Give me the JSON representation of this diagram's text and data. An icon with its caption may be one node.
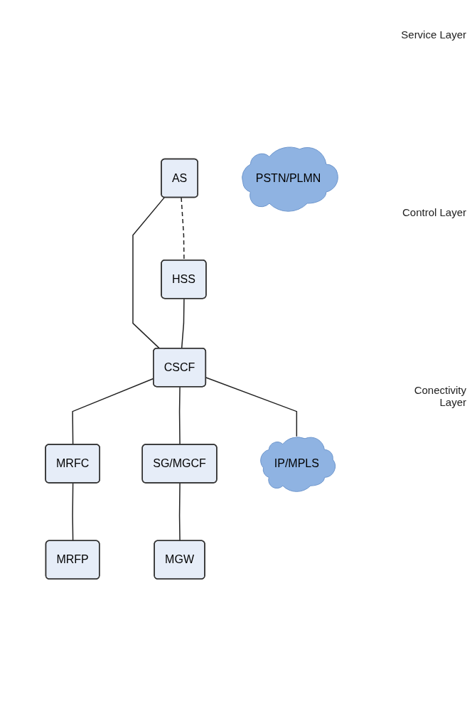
{
  "diagram": {
    "nodes": [
      {
        "text": [
          "AS"
        ]
      },
      {
        "text": [
          "HSS"
        ]
      },
      {
        "text": [
          "CSCF"
        ]
      },
      {
        "text": [
          "MRFC"
        ]
      },
      {
        "text": [
          "SG/MGCF"
        ]
      },
      {
        "text": [
          "MRFP"
        ]
      },
      {
        "text": [
          "MGW"
        ]
      },
      {
        "text": [
          "IP/MPLS"
        ]
      },
      {
        "text": [
          "PSTN/PLMN"
        ]
      }
    ],
    "edges": [
      {
        "from": 0,
        "to": 2,
        "arrow": "none"
      },
      {
        "from": 0,
        "to": 1,
        "arrow": "none",
        "style": "dashed"
      },
      {
        "from": 1,
        "to": 2,
        "arrow": "none"
      },
      {
        "from": 2,
        "to": 7,
        "arrow": "none"
      },
      {
        "from": 2,
        "to": 3,
        "arrow": "none"
      },
      {
        "from": 2,
        "to": 4,
        "arrow": "none"
      },
      {
        "from": 3,
        "to": 5,
        "arrow": "none"
      },
      {
        "from": 4,
        "to": 6,
        "arrow": "none"
      }
    ],
    "labels": [
      "Service Layer",
      "Control Layer",
      "Conectivity Layer"
    ]
  }
}
